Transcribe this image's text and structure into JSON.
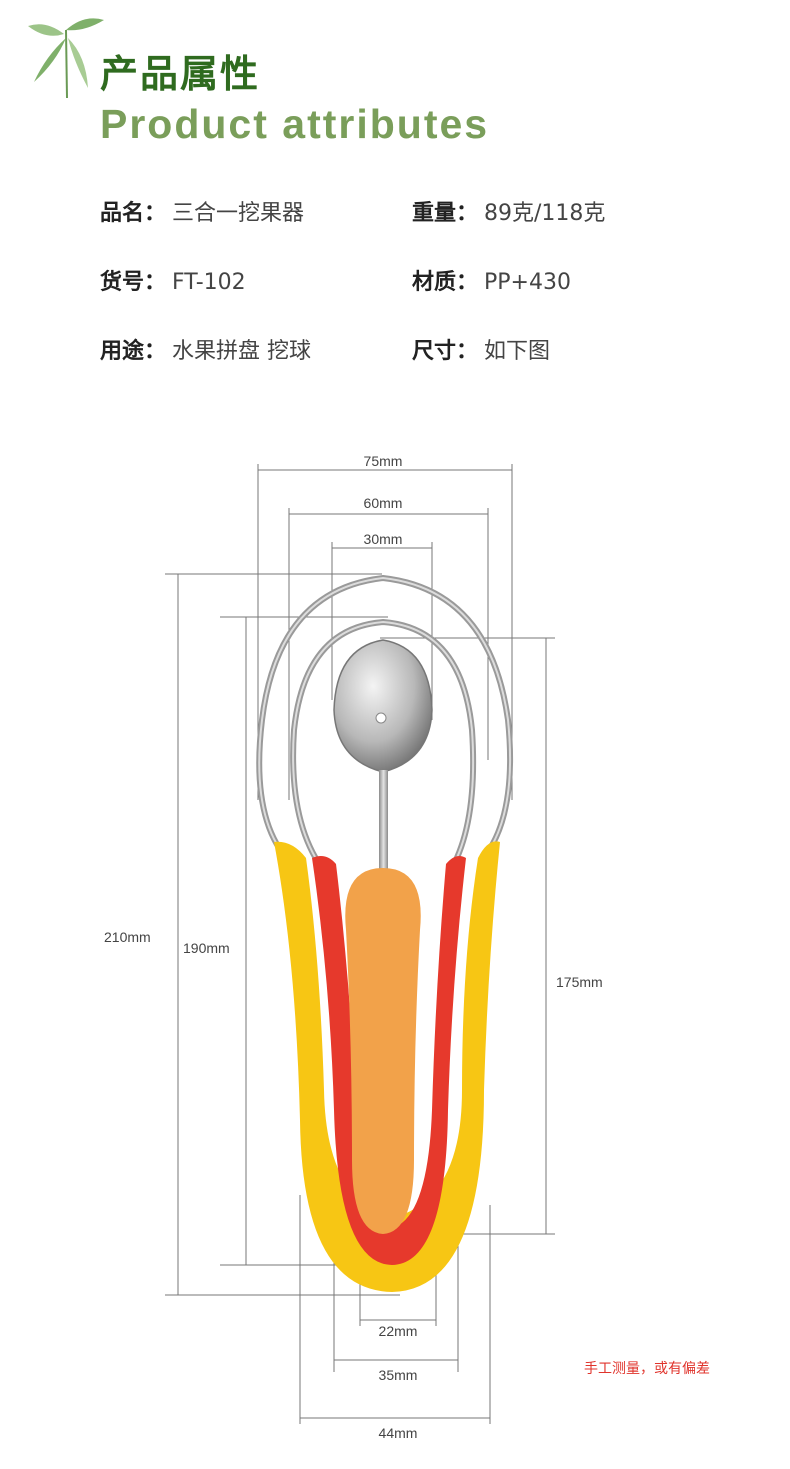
{
  "header": {
    "title_cn": "产品属性",
    "title_en": "Product attributes"
  },
  "attributes": [
    {
      "key": "品名：",
      "value": "三合一挖果器"
    },
    {
      "key": "重量：",
      "value": "89克/118克"
    },
    {
      "key": "货号：",
      "value": "FT-102"
    },
    {
      "key": "材质：",
      "value": "PP+430"
    },
    {
      "key": "用途：",
      "value": "水果拼盘 挖球"
    },
    {
      "key": "尺寸：",
      "value": "如下图"
    }
  ],
  "dimensions": {
    "top_width_outer": "75mm",
    "top_width_middle": "60mm",
    "top_width_inner": "30mm",
    "height_total": "210mm",
    "height_middle": "190mm",
    "height_inner": "175mm",
    "bottom_width_inner": "22mm",
    "bottom_width_middle": "35mm",
    "bottom_width_outer": "44mm"
  },
  "note": "手工测量，或有偏差",
  "colors": {
    "title_dark_green": "#2f6b1f",
    "title_light_green": "#7a9e5a",
    "handle_yellow": "#f7c614",
    "handle_red": "#e6392c",
    "handle_orange": "#f2a24a",
    "note_red": "#e0342c"
  }
}
